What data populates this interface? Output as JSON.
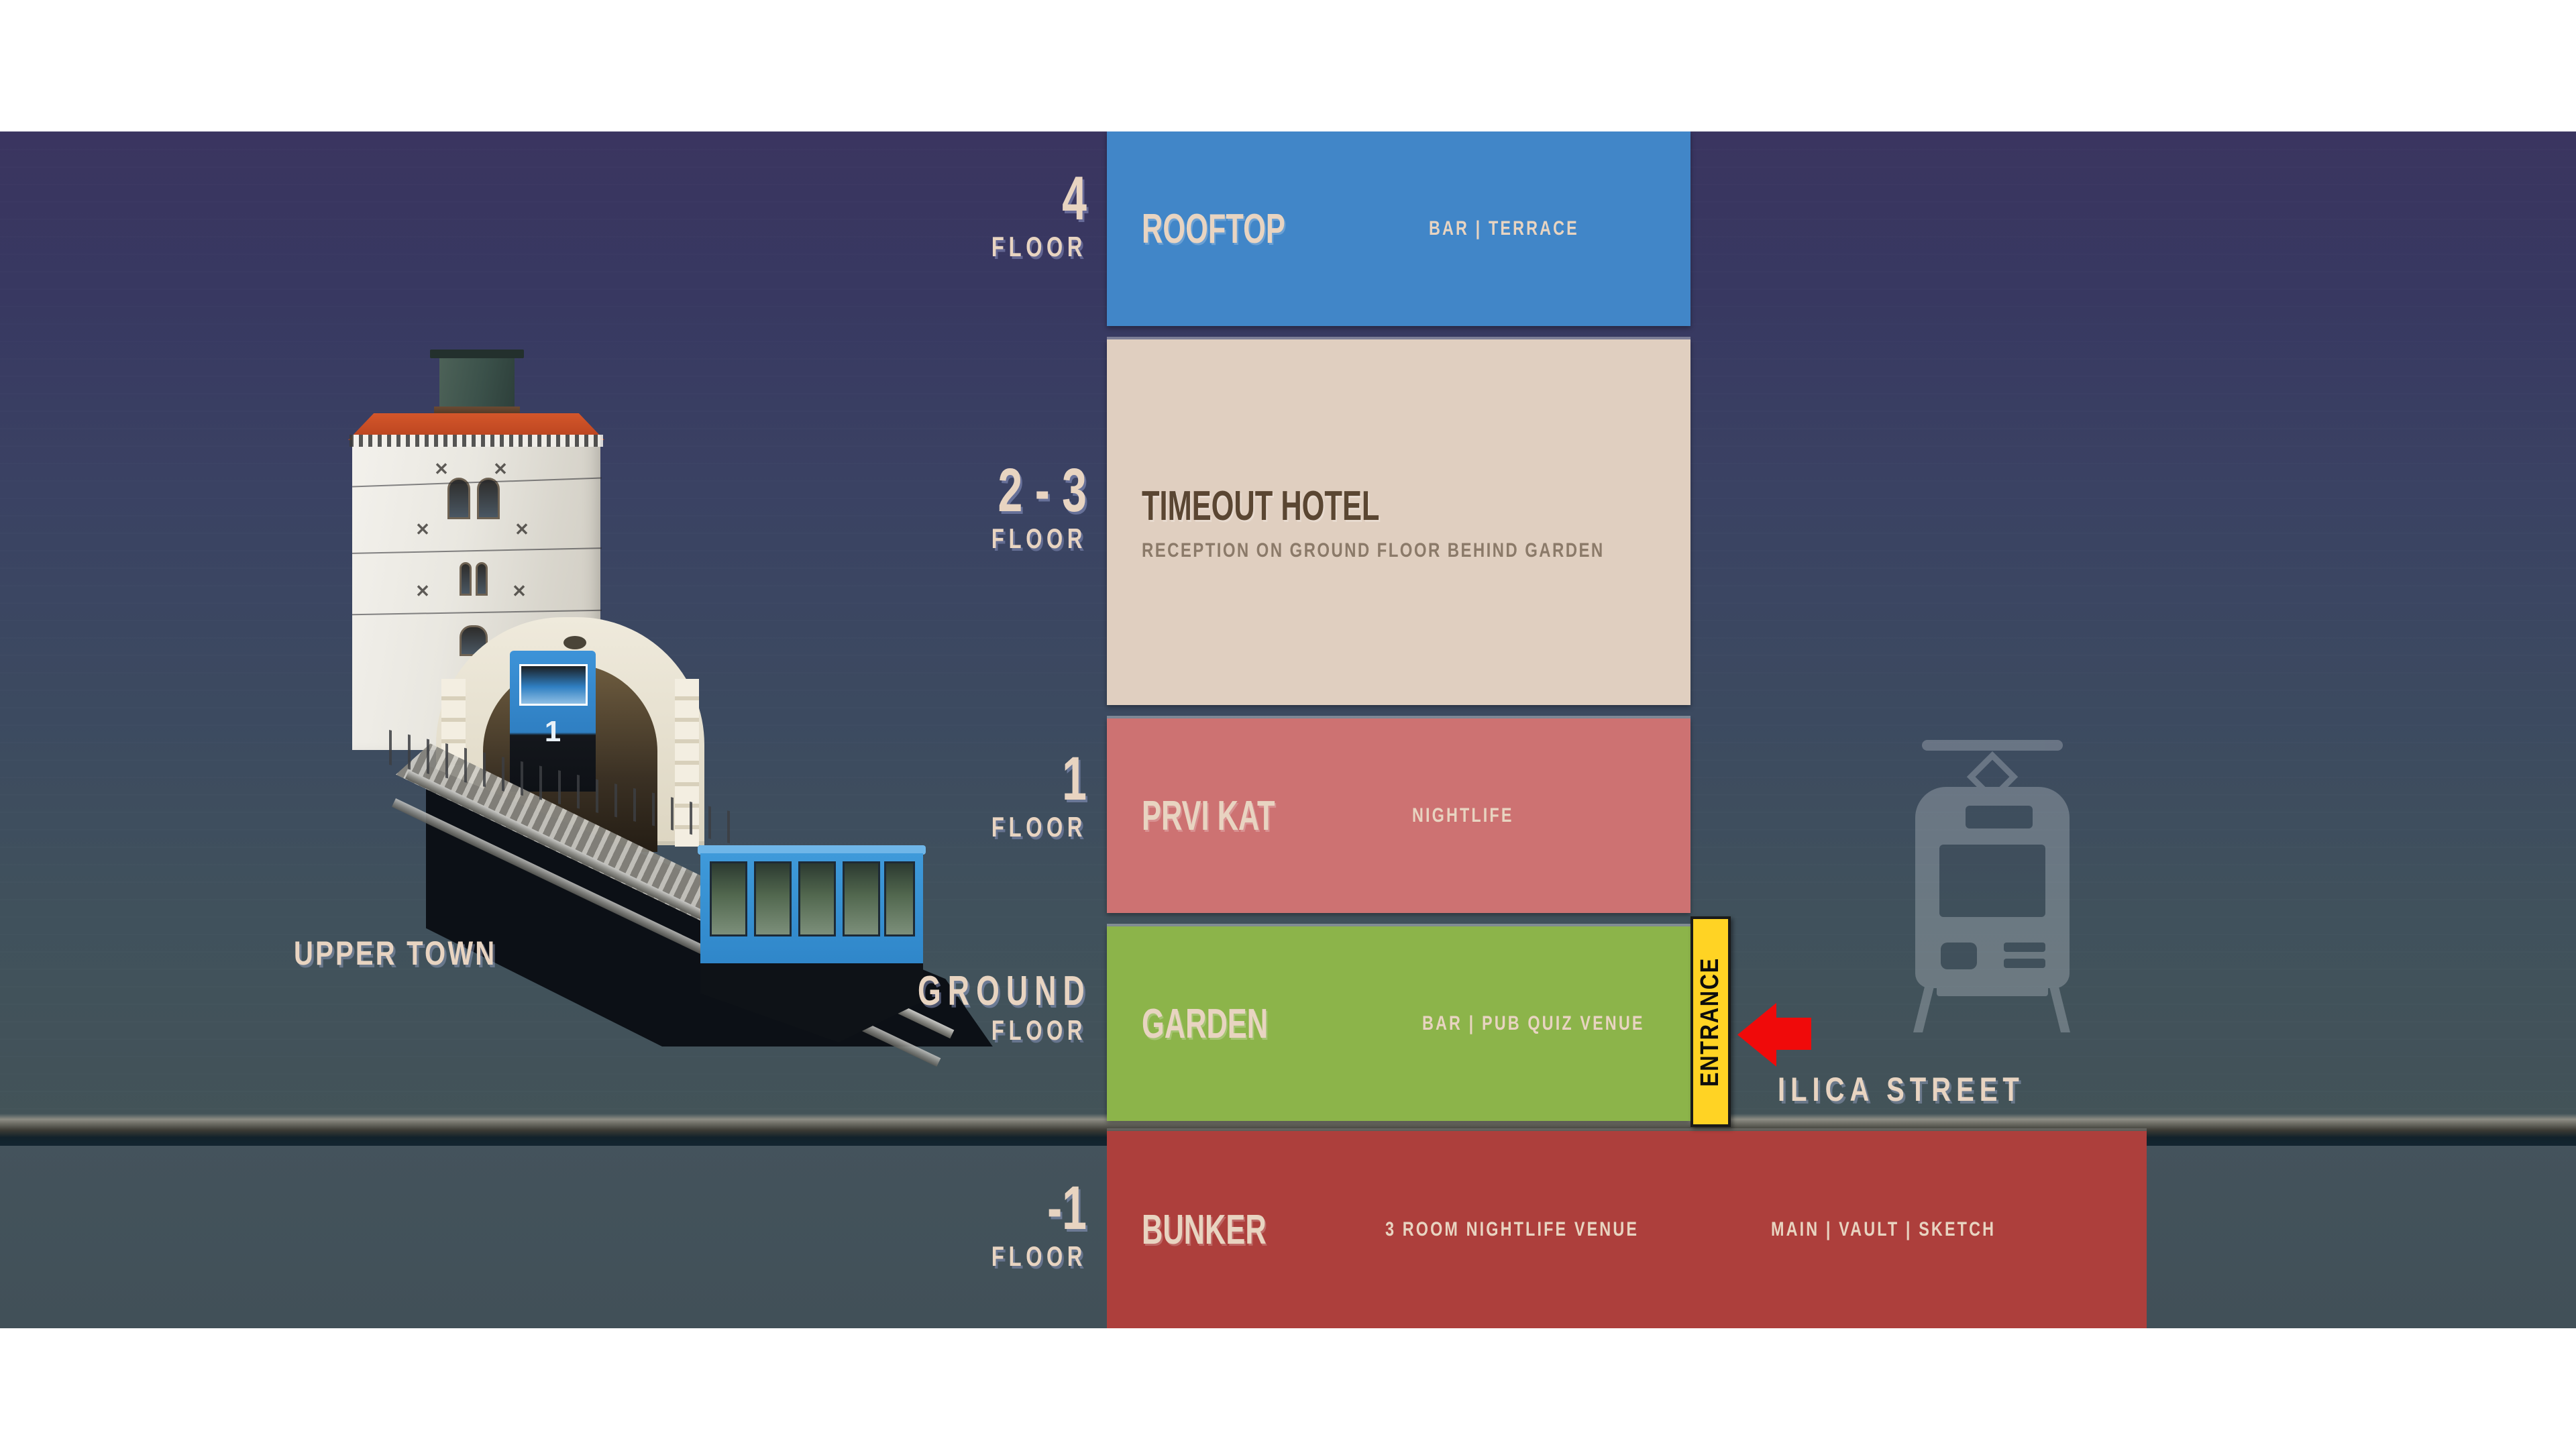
{
  "scene": {
    "left_place_label": "UPPER TOWN",
    "right_place_label": "ILICA STREET",
    "entrance_label": "ENTRANCE",
    "funicular_car_number": "1",
    "colors": {
      "sky_top": "#3a3560",
      "sky_bottom": "#435358",
      "underground": "#44535c",
      "rooftop": "#4186c8",
      "hotel": "#e0cfc0",
      "prvi_kat": "#cd7272",
      "garden": "#8cb44a",
      "bunker": "#ad3f3c",
      "entrance_yellow": "#ffd324",
      "arrow_red": "#f00a0a",
      "text_cream": "#e8d4c1",
      "text_brown": "#5a4632"
    }
  },
  "floors": [
    {
      "level_number": "4",
      "level_word": "FLOOR",
      "name": "ROOFTOP",
      "meta": "BAR  |  TERRACE",
      "subtitle": "",
      "meta_extra": ""
    },
    {
      "level_number": "2 - 3",
      "level_word": "FLOOR",
      "name": "TIMEOUT HOTEL",
      "meta": "",
      "subtitle": "RECEPTION ON GROUND FLOOR BEHIND GARDEN",
      "meta_extra": ""
    },
    {
      "level_number": "1",
      "level_word": "FLOOR",
      "name": "PRVI KAT",
      "meta": "NIGHTLIFE",
      "subtitle": "",
      "meta_extra": ""
    },
    {
      "level_number": "GROUND",
      "level_word": "FLOOR",
      "name": "GARDEN",
      "meta": "BAR  |  PUB QUIZ VENUE",
      "subtitle": "",
      "meta_extra": ""
    },
    {
      "level_number": "-1",
      "level_word": "FLOOR",
      "name": "BUNKER",
      "meta": "3 ROOM NIGHTLIFE VENUE",
      "subtitle": "",
      "meta_extra": "MAIN  |  VAULT  |  SKETCH"
    }
  ]
}
